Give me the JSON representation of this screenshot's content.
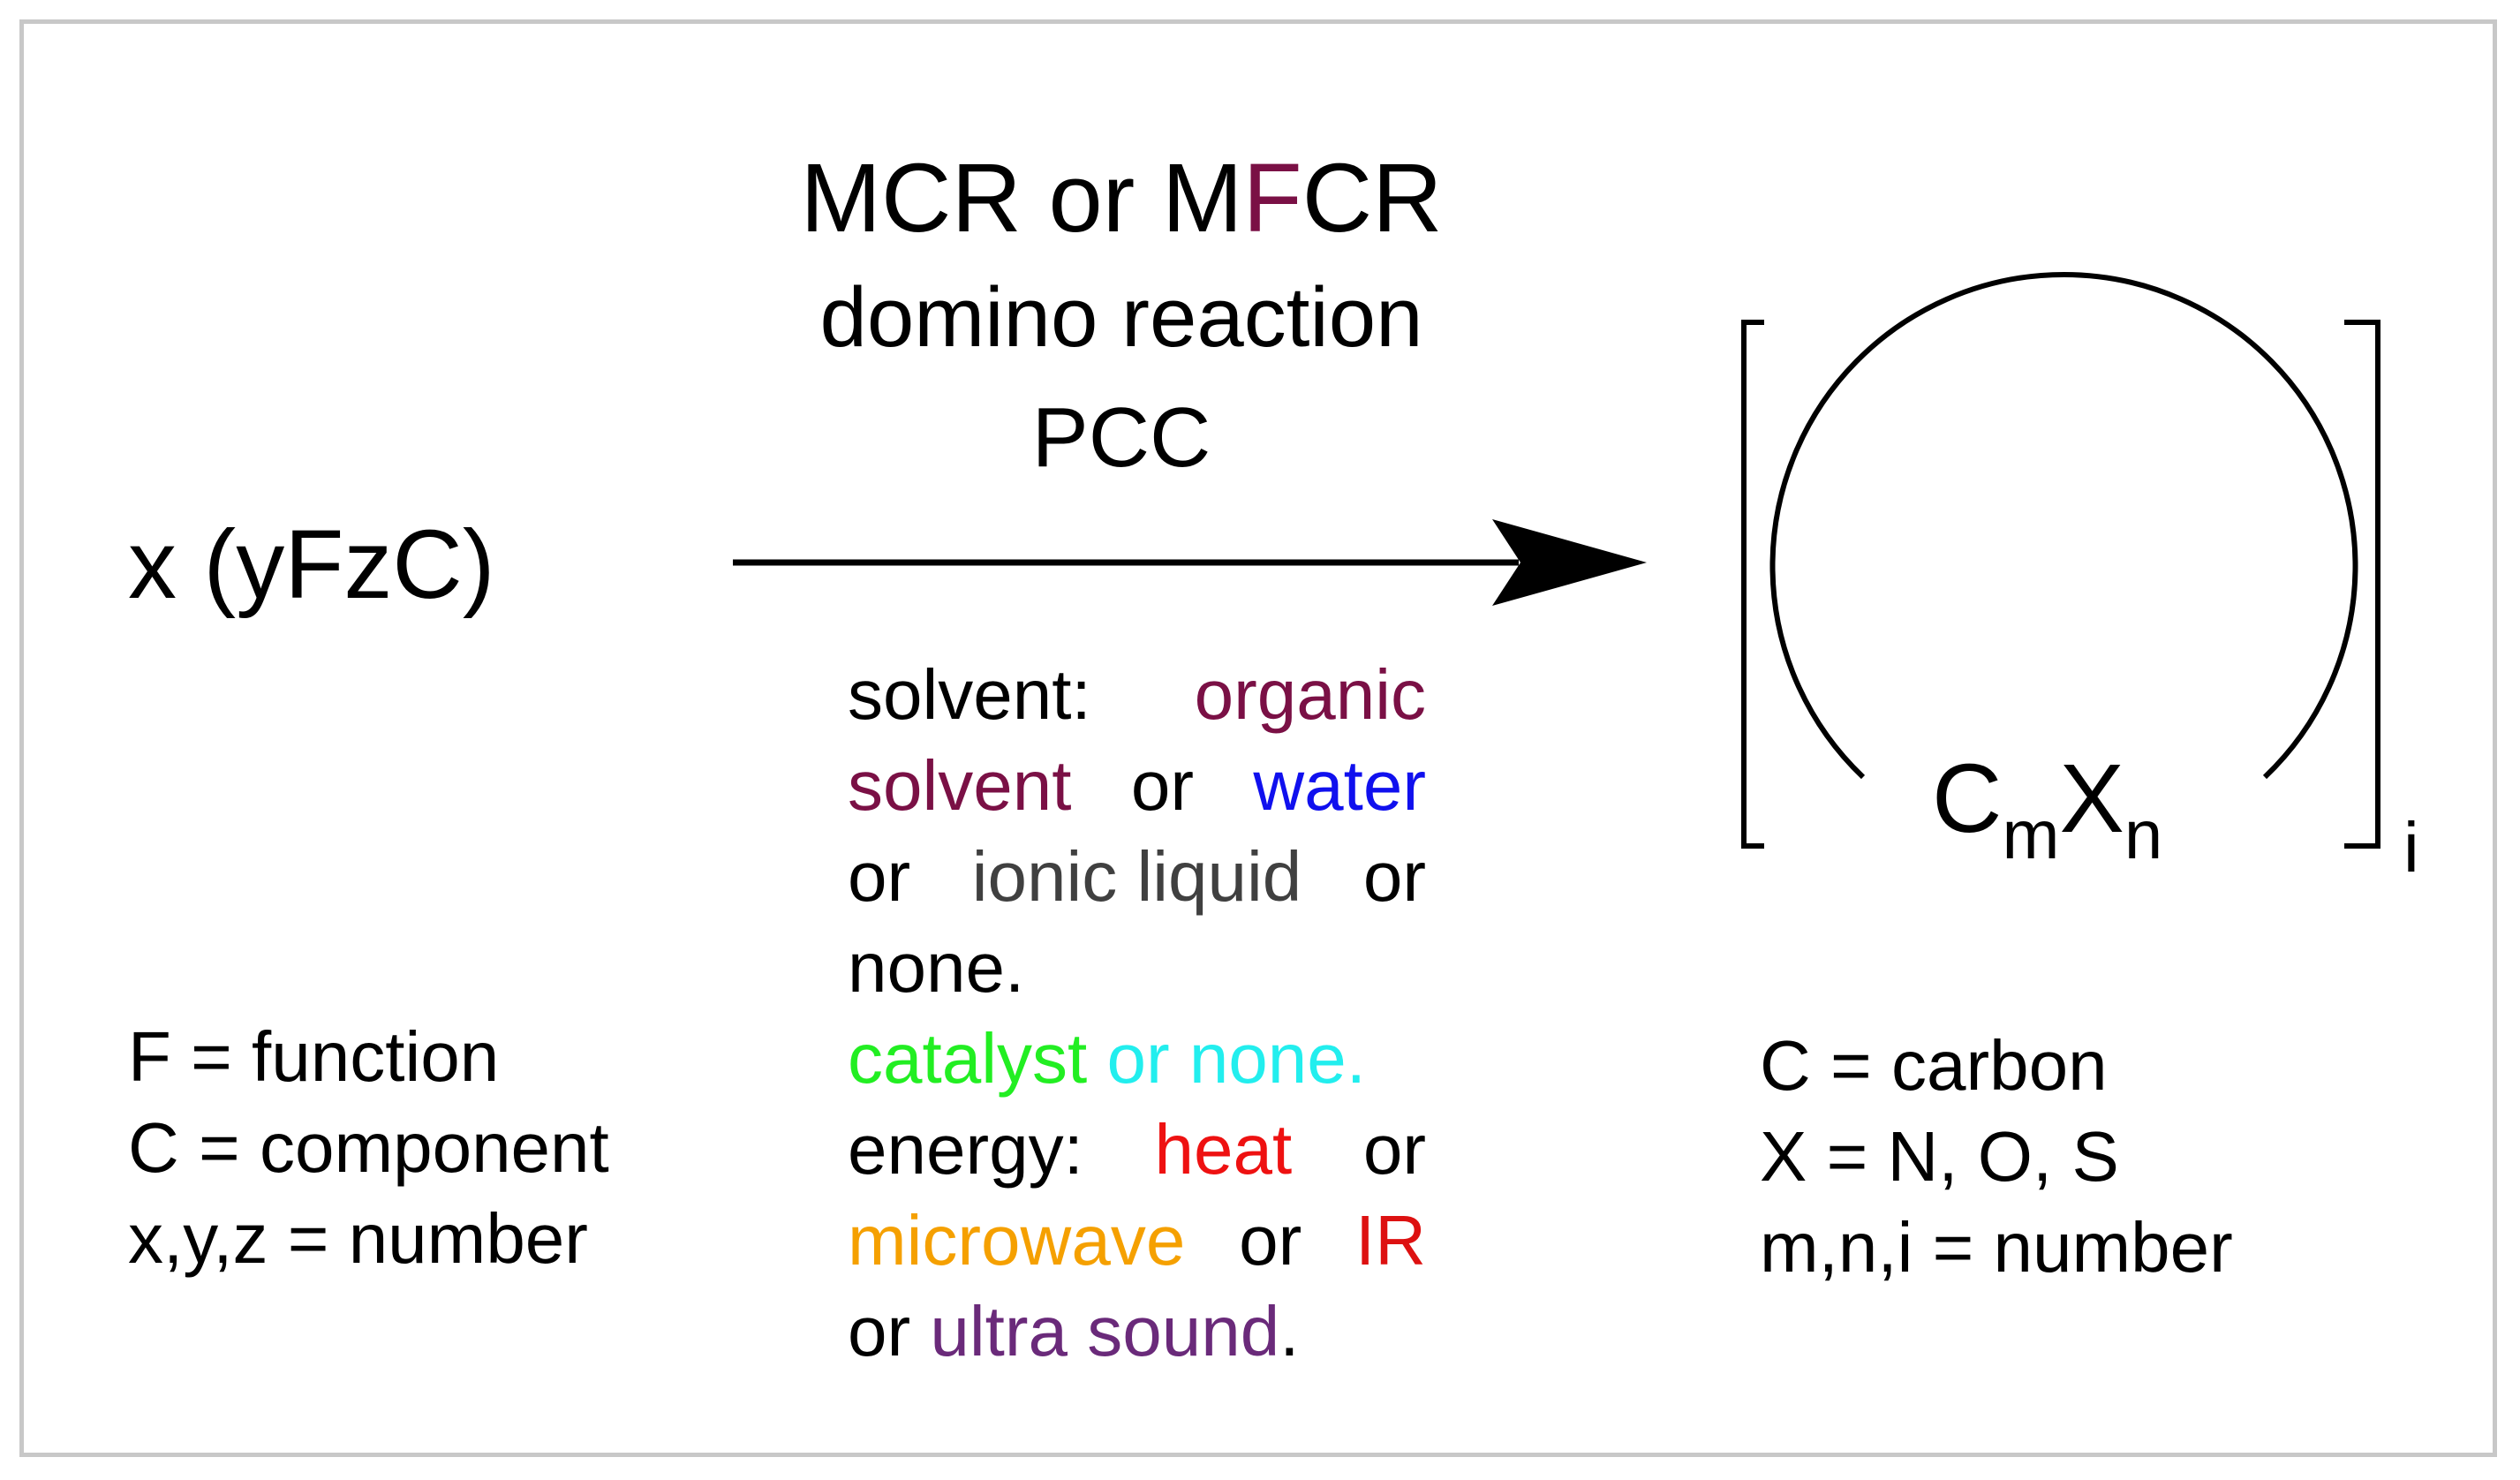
{
  "title": {
    "line1_part1": "MCR or M",
    "line1_F": "F",
    "line1_part2": "CR",
    "line2": "domino reaction",
    "line3": "PCC"
  },
  "reactant": "x (yFzC)",
  "reactant_legend": [
    "F = function",
    "C = component",
    "x,y,z = number"
  ],
  "conditions": {
    "solvent_label": "solvent:",
    "organic": "organic",
    "solvent_word": "solvent",
    "or": "or",
    "water": "water",
    "ionic_liquid": "ionic liquid",
    "none": "none.",
    "catalyst": "catalyst",
    "or_none": "or none.",
    "energy_label": "energy:",
    "heat": "heat",
    "microwave": "microwave",
    "ir": "IR",
    "ultra_sound": "ultra sound",
    "period": "."
  },
  "product": {
    "C": "C",
    "m": "m",
    "X": "X",
    "n": "n",
    "i": "i"
  },
  "product_legend": [
    "C = carbon",
    "X = N, O, S",
    "m,n,i = number"
  ],
  "colors": {
    "F_highlight": "#7a1045",
    "organic_solvent": "#7a1045",
    "water": "#1010ee",
    "ionic_liquid": "#404040",
    "catalyst": "#22ee22",
    "or_none": "#22eeee",
    "heat": "#ee1111",
    "microwave": "#f5a000",
    "ir": "#dd1111",
    "ultra_sound": "#6a2a7a"
  }
}
